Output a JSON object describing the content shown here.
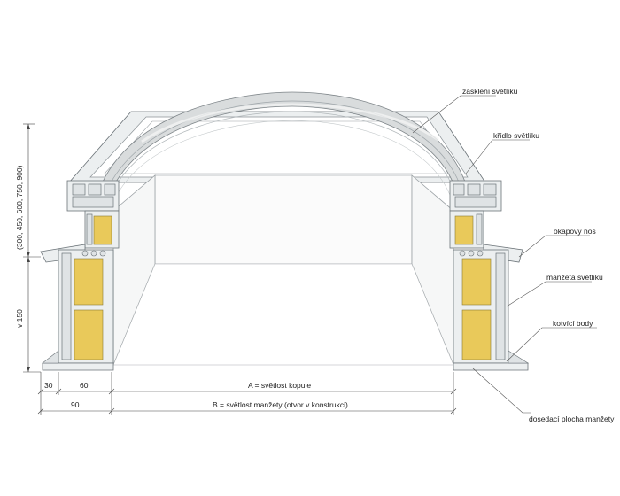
{
  "labels": {
    "glazing": "zasklení světlíku",
    "sash": "křídlo světlíku",
    "drip_nose": "okapový nos",
    "collar": "manžeta světlíku",
    "anchor_points": "kotvící body",
    "collar_seat": "dosedací plocha manžety"
  },
  "dimensions": {
    "upper_height": "(300, 450, 600, 750, 900)",
    "lower_height": "v 150",
    "d30": "30",
    "d60": "60",
    "d90": "90",
    "a_label": "A = světlost kopule",
    "b_label": "B = světlost manžety (otvor v konstrukci)"
  },
  "colors": {
    "insulation": "#e9c95a",
    "profile": "#eceff0",
    "dome": "#d9dcdd",
    "outline": "#6b7378"
  }
}
